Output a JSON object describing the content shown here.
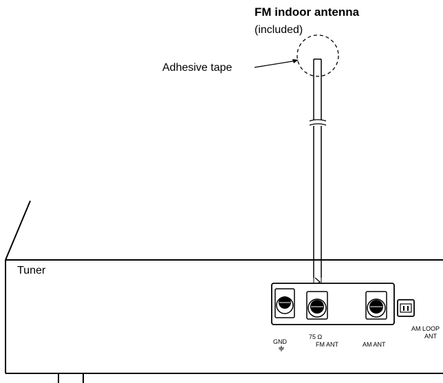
{
  "title": "FM indoor antenna",
  "subtitle": "(included)",
  "callout": "Adhesive tape",
  "device_label": "Tuner",
  "terminals": {
    "gnd": "GND",
    "ohm": "75 Ω",
    "fm_ant": "FM ANT",
    "am_ant": "AM ANT",
    "am_loop_1": "AM LOOP",
    "am_loop_2": "ANT"
  },
  "icons": [
    "ground-symbol-icon",
    "terminal-knob-icon",
    "connector-socket-icon"
  ],
  "colors": {
    "line": "#000000",
    "background": "#ffffff"
  }
}
